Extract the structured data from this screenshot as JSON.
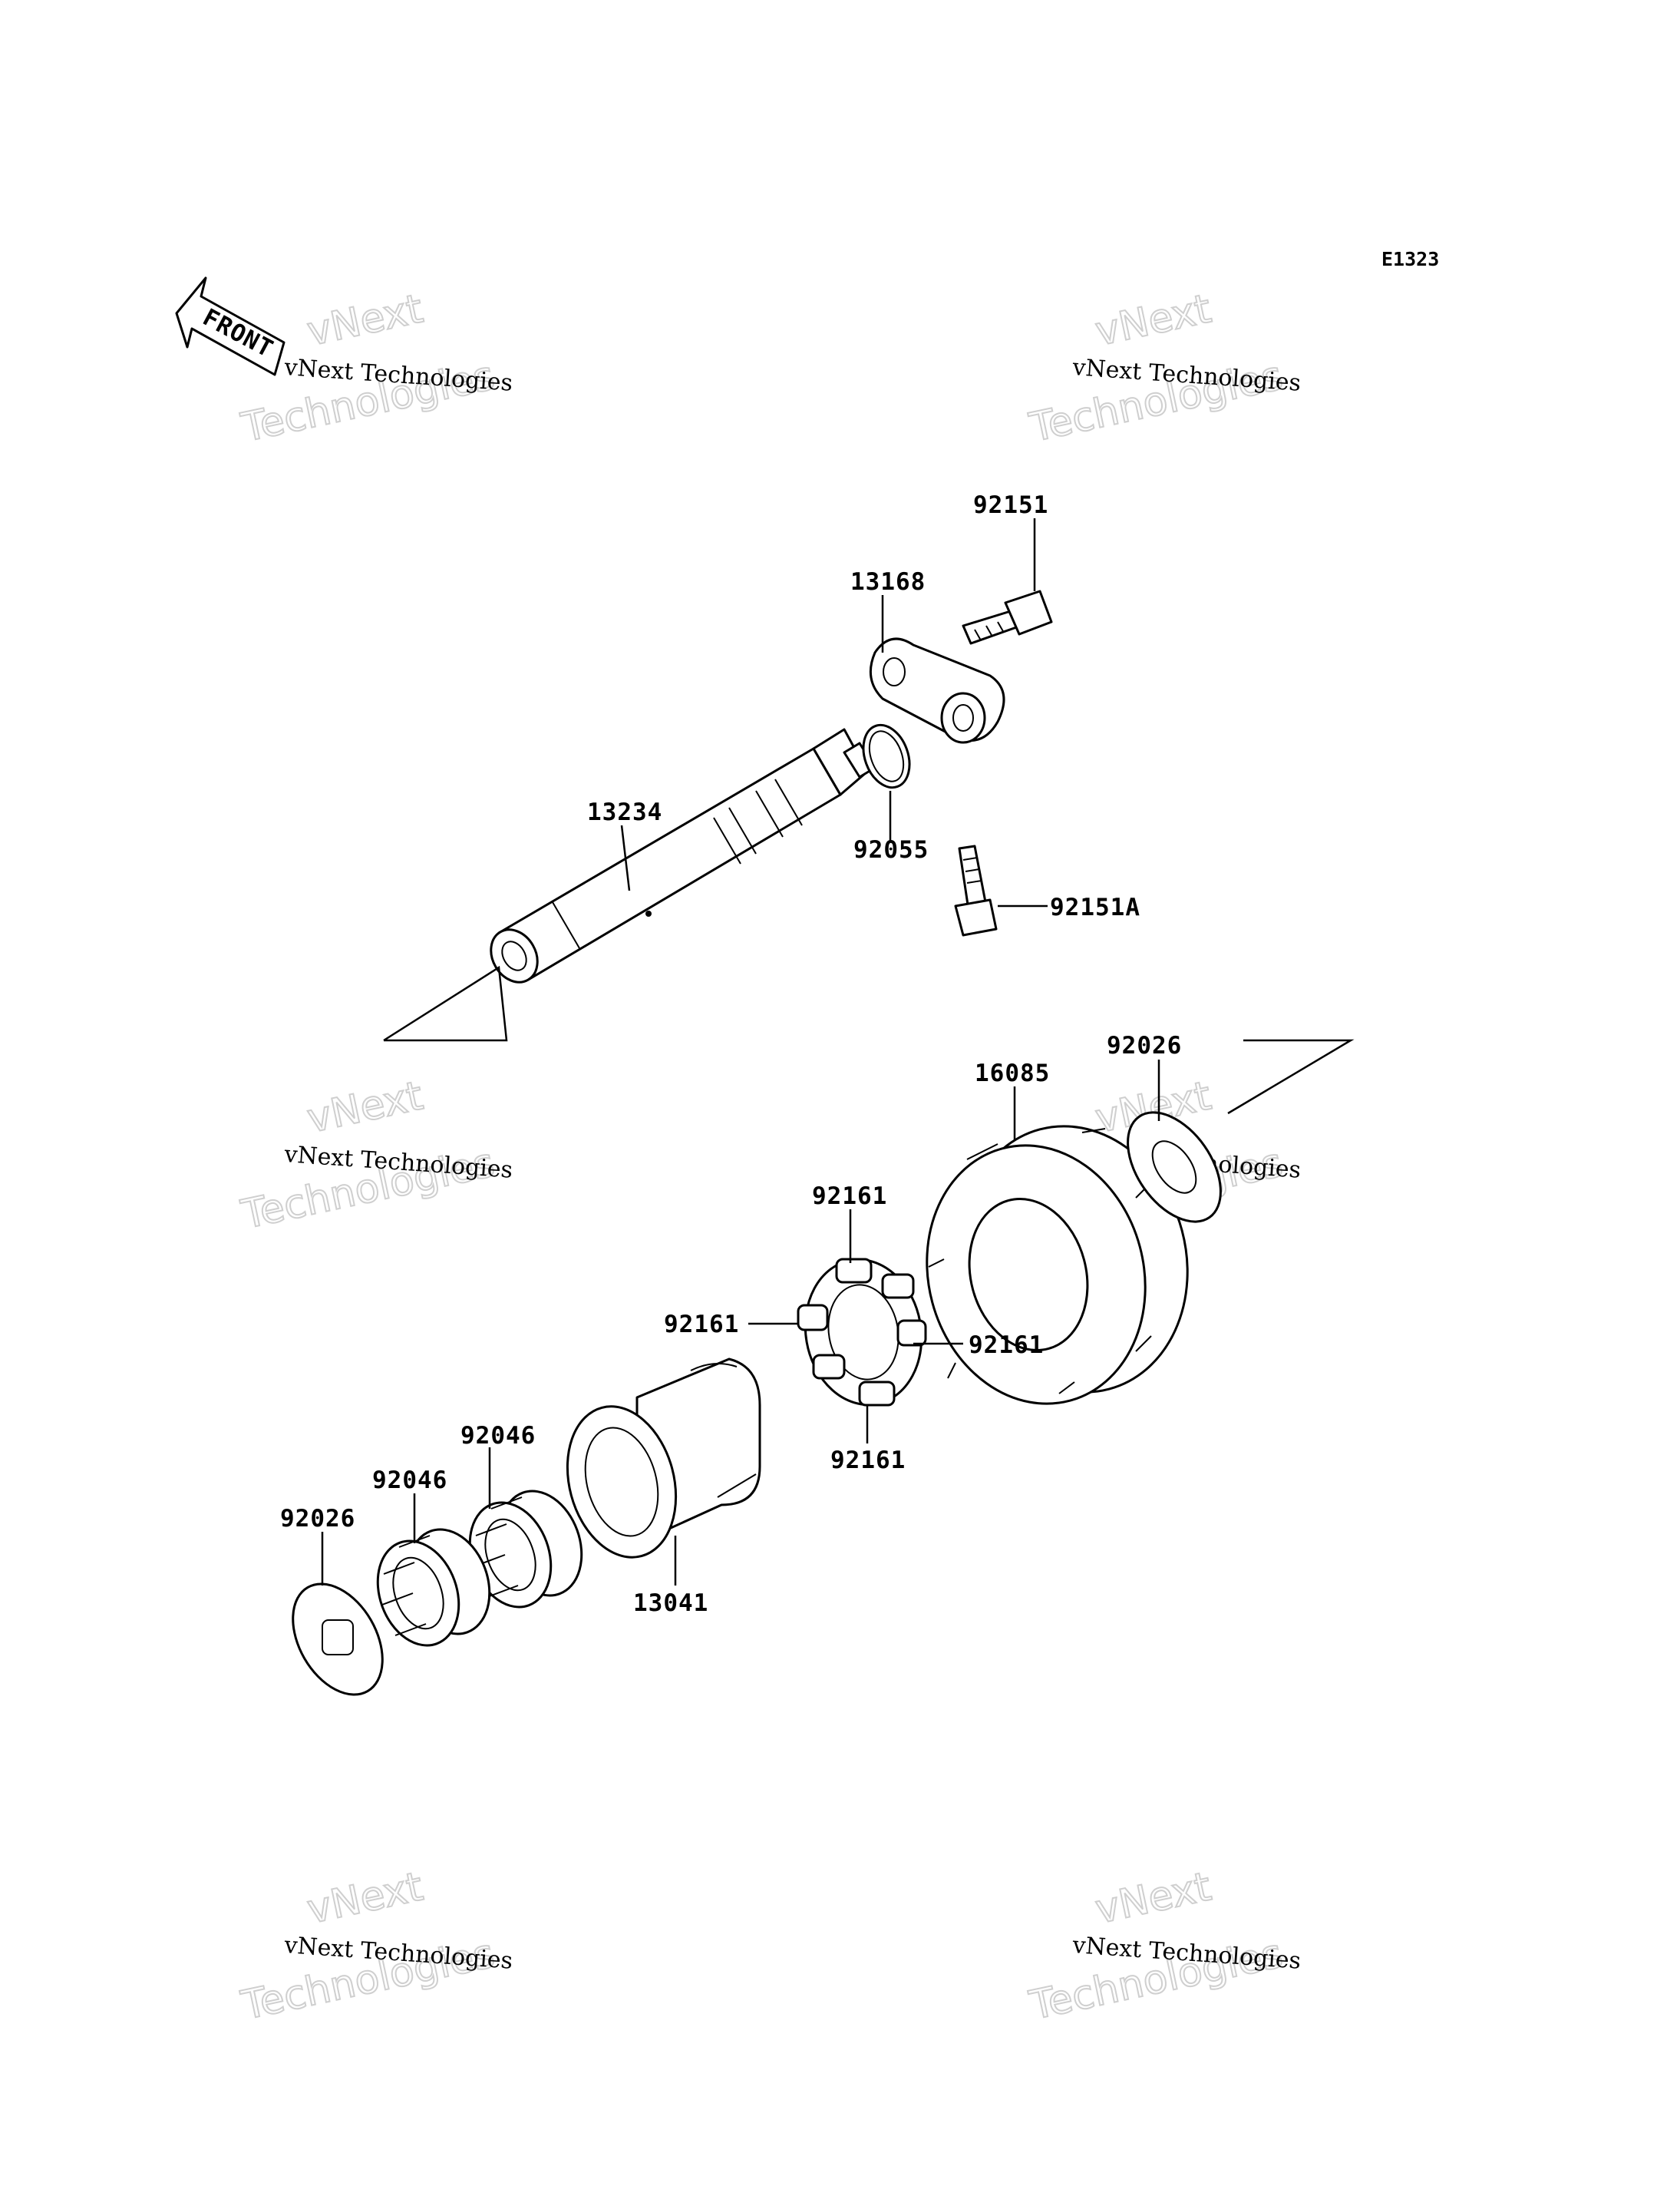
{
  "diagram_code": "E1323",
  "front_label": "FRONT",
  "watermark": {
    "line1": "vNext Technologies",
    "big_top": "vNext",
    "big_bottom": "Technologies"
  },
  "parts": {
    "bolt_top": "92151",
    "lever": "13168",
    "shaft": "13234",
    "o_ring": "92055",
    "bolt_bottom": "92151A",
    "washer_right": "92026",
    "gear": "16085",
    "damper_top": "92161",
    "damper_left": "92161",
    "damper_right": "92161",
    "damper_bottom": "92161",
    "bearing_right": "92046",
    "bearing_left": "92046",
    "washer_left": "92026",
    "hub": "13041"
  }
}
